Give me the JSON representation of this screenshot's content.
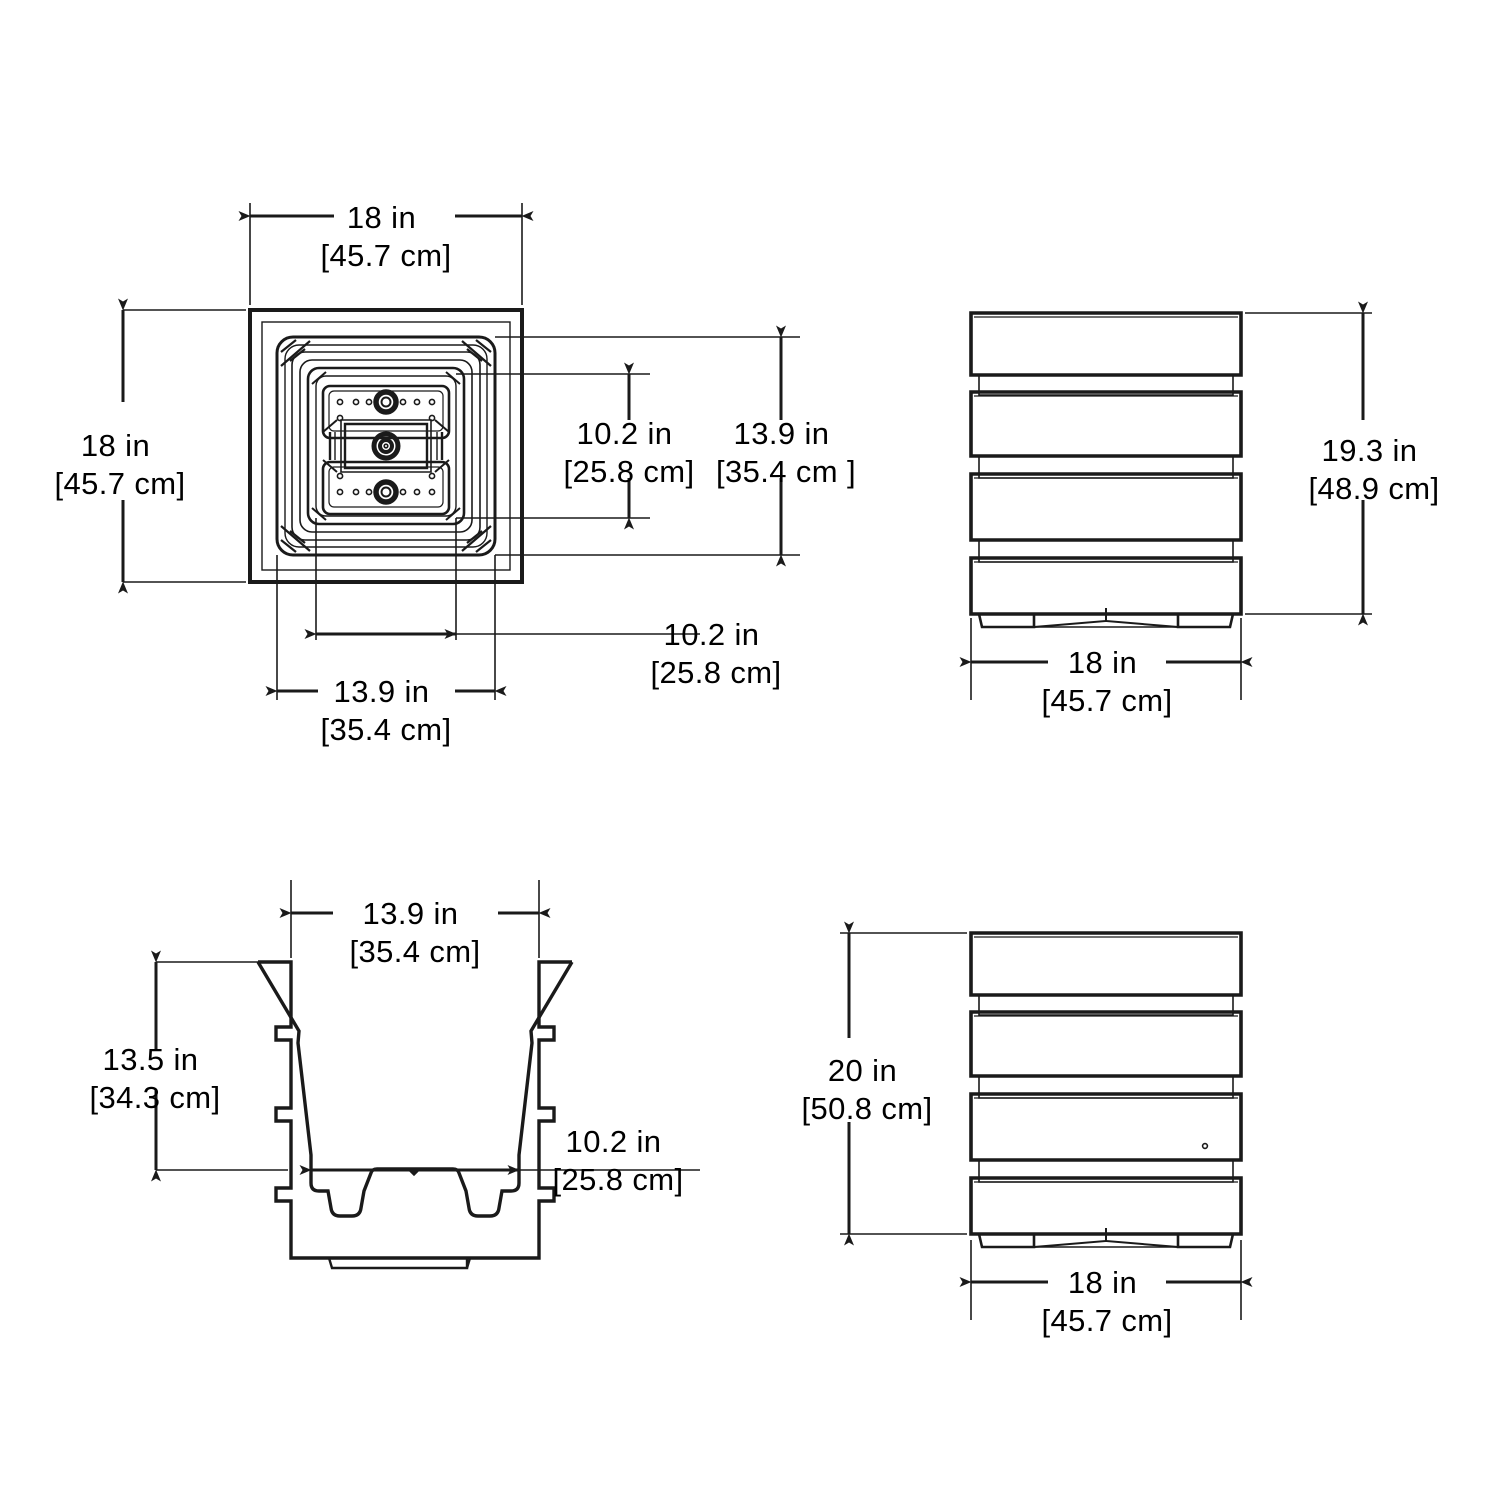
{
  "drawing": {
    "type": "multiview-technical-drawing",
    "background_color": "#ffffff",
    "line_color": "#1a1a1a",
    "subject": "square tapered stacking planter / pedestal with ribbed bands",
    "units_primary": "in",
    "units_secondary": "cm"
  },
  "views": [
    {
      "id": "top-view",
      "name": "top-view",
      "position": "top-left",
      "description": "plan view, nested square rims with center mounting bosses and vent holes"
    },
    {
      "id": "side-view-a",
      "name": "side-elevation-view",
      "position": "top-right",
      "description": "side elevation, four horizontal ribbed bands on tapered body with base foot"
    },
    {
      "id": "section-view",
      "name": "cross-section-view",
      "position": "bottom-left",
      "description": "vertical cross section showing tapered interior cavity and raised bottom channels"
    },
    {
      "id": "side-view-b",
      "name": "side-elevation-view-alt",
      "position": "bottom-right",
      "description": "side elevation overall height including base, with drain hole"
    }
  ],
  "dimensions": {
    "top_view_width": {
      "label": "top-view-width",
      "inch": "18 in",
      "cm": "[45.7 cm]"
    },
    "top_view_height": {
      "label": "top-view-height",
      "inch": "18 in",
      "cm": "[45.7 cm]"
    },
    "top_view_inner_vertical": {
      "label": "top-view-inner-opening-vertical",
      "inch": "10.2 in",
      "cm": "[25.8 cm]"
    },
    "top_view_mid_vertical": {
      "label": "top-view-mid-rim-vertical",
      "inch": "13.9 in",
      "cm": "[35.4 cm ]"
    },
    "top_view_inner_horizontal": {
      "label": "top-view-inner-opening-horizontal",
      "inch": "10.2 in",
      "cm": "[25.8 cm]"
    },
    "top_view_mid_horizontal": {
      "label": "top-view-mid-rim-horizontal",
      "inch": "13.9 in",
      "cm": "[35.4 cm]"
    },
    "side_a_height": {
      "label": "side-view-body-height",
      "inch": "19.3 in",
      "cm": "[48.9 cm]"
    },
    "side_a_width": {
      "label": "side-view-width",
      "inch": "18 in",
      "cm": "[45.7 cm]"
    },
    "section_top_width": {
      "label": "section-top-opening-width",
      "inch": "13.9 in",
      "cm": "[35.4 cm]"
    },
    "section_depth": {
      "label": "section-interior-depth",
      "inch": "13.5 in",
      "cm": "[34.3 cm]"
    },
    "section_bottom_width": {
      "label": "section-bottom-width",
      "inch": "10.2 in",
      "cm": "[25.8 cm]"
    },
    "side_b_height": {
      "label": "side-view-overall-height",
      "inch": "20 in",
      "cm": "[50.8 cm]"
    },
    "side_b_width": {
      "label": "side-view-alt-width",
      "inch": "18 in",
      "cm": "[45.7 cm]"
    }
  },
  "chart_data": {
    "type": "table",
    "title": "",
    "categories": [
      "top-view-width",
      "top-view-height",
      "top-view-inner-opening-vertical",
      "top-view-mid-rim-vertical",
      "top-view-inner-opening-horizontal",
      "top-view-mid-rim-horizontal",
      "side-view-body-height",
      "side-view-width",
      "section-top-opening-width",
      "section-interior-depth",
      "section-bottom-width",
      "side-view-overall-height",
      "side-view-alt-width"
    ],
    "values_in": [
      18,
      18,
      10.2,
      13.9,
      10.2,
      13.9,
      19.3,
      18,
      13.9,
      13.5,
      10.2,
      20,
      18
    ],
    "values_cm": [
      45.7,
      45.7,
      25.8,
      35.4,
      25.8,
      35.4,
      48.9,
      45.7,
      35.4,
      34.3,
      25.8,
      50.8,
      45.7
    ],
    "xlabel": "dimension",
    "ylabel": "length"
  }
}
